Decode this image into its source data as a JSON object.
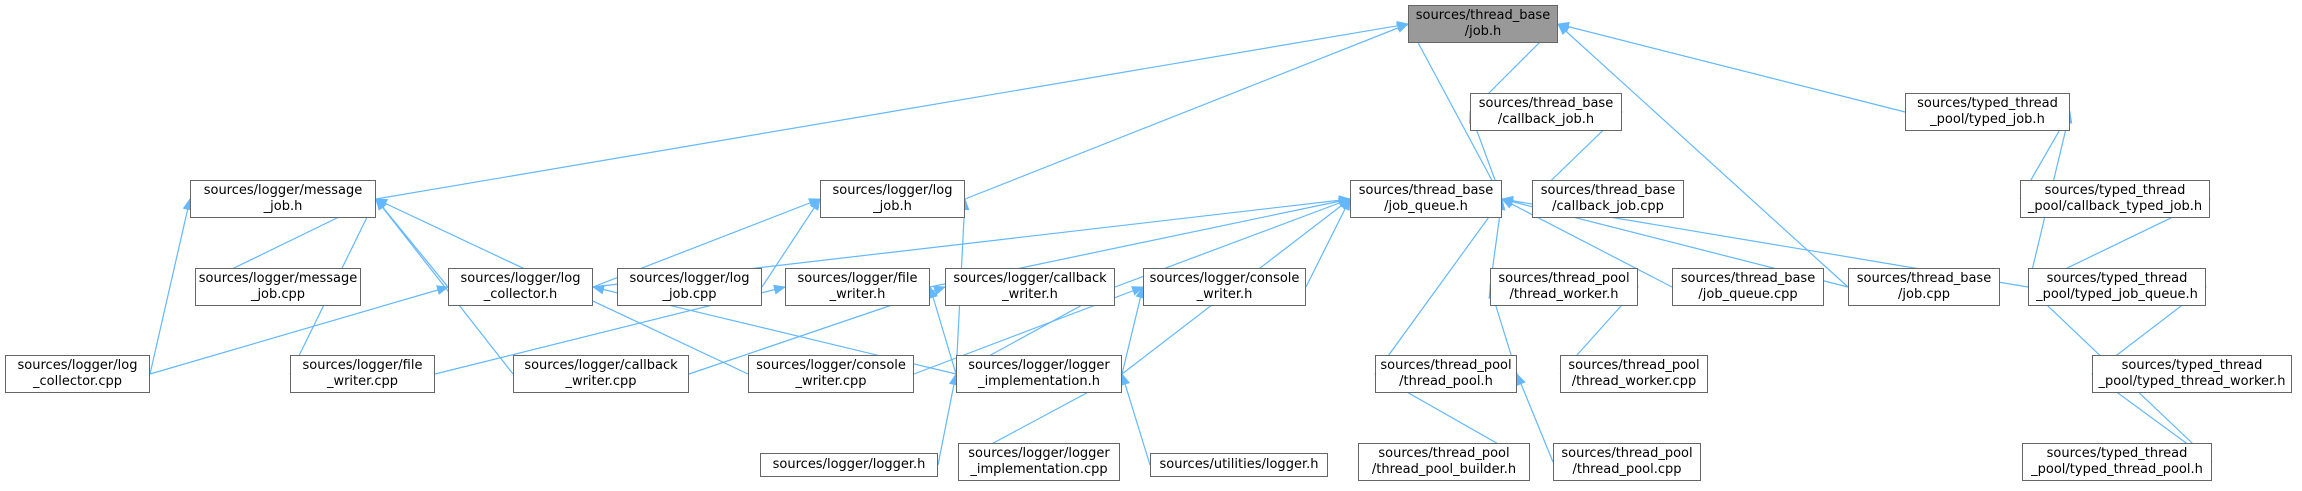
{
  "graph": {
    "colors": {
      "edge": "#63b8ff",
      "border": "#666666",
      "root_fill": "#999999",
      "fill": "#ffffff"
    },
    "nodes": [
      {
        "id": "job_h",
        "lines": [
          "sources/thread_base",
          "/job.h"
        ],
        "root": true
      },
      {
        "id": "message_job_h",
        "lines": [
          "sources/logger/message",
          "_job.h"
        ]
      },
      {
        "id": "log_job_h",
        "lines": [
          "sources/logger/log",
          "_job.h"
        ]
      },
      {
        "id": "callback_job_h",
        "lines": [
          "sources/thread_base",
          "/callback_job.h"
        ]
      },
      {
        "id": "typed_job_h",
        "lines": [
          "sources/typed_thread",
          "_pool/typed_job.h"
        ]
      },
      {
        "id": "job_queue_h",
        "lines": [
          "sources/thread_base",
          "/job_queue.h"
        ]
      },
      {
        "id": "callback_job_cpp",
        "lines": [
          "sources/thread_base",
          "/callback_job.cpp"
        ]
      },
      {
        "id": "callback_typed_job_h",
        "lines": [
          "sources/typed_thread",
          "_pool/callback_typed_job.h"
        ]
      },
      {
        "id": "message_job_cpp",
        "lines": [
          "sources/logger/message",
          "_job.cpp"
        ]
      },
      {
        "id": "log_collector_h",
        "lines": [
          "sources/logger/log",
          "_collector.h"
        ]
      },
      {
        "id": "log_job_cpp",
        "lines": [
          "sources/logger/log",
          "_job.cpp"
        ]
      },
      {
        "id": "file_writer_h",
        "lines": [
          "sources/logger/file",
          "_writer.h"
        ]
      },
      {
        "id": "callback_writer_h",
        "lines": [
          "sources/logger/callback",
          "_writer.h"
        ]
      },
      {
        "id": "console_writer_h",
        "lines": [
          "sources/logger/console",
          "_writer.h"
        ]
      },
      {
        "id": "thread_worker_h",
        "lines": [
          "sources/thread_pool",
          "/thread_worker.h"
        ]
      },
      {
        "id": "job_queue_cpp",
        "lines": [
          "sources/thread_base",
          "/job_queue.cpp"
        ]
      },
      {
        "id": "job_cpp",
        "lines": [
          "sources/thread_base",
          "/job.cpp"
        ]
      },
      {
        "id": "typed_job_queue_h",
        "lines": [
          "sources/typed_thread",
          "_pool/typed_job_queue.h"
        ]
      },
      {
        "id": "log_collector_cpp",
        "lines": [
          "sources/logger/log",
          "_collector.cpp"
        ]
      },
      {
        "id": "file_writer_cpp",
        "lines": [
          "sources/logger/file",
          "_writer.cpp"
        ]
      },
      {
        "id": "callback_writer_cpp",
        "lines": [
          "sources/logger/callback",
          "_writer.cpp"
        ]
      },
      {
        "id": "console_writer_cpp",
        "lines": [
          "sources/logger/console",
          "_writer.cpp"
        ]
      },
      {
        "id": "logger_implementation_h",
        "lines": [
          "sources/logger/logger",
          "_implementation.h"
        ]
      },
      {
        "id": "thread_pool_h",
        "lines": [
          "sources/thread_pool",
          "/thread_pool.h"
        ]
      },
      {
        "id": "thread_worker_cpp",
        "lines": [
          "sources/thread_pool",
          "/thread_worker.cpp"
        ]
      },
      {
        "id": "typed_thread_worker_h",
        "lines": [
          "sources/typed_thread",
          "_pool/typed_thread_worker.h"
        ]
      },
      {
        "id": "logger_h",
        "lines": [
          "sources/logger/logger.h"
        ]
      },
      {
        "id": "logger_implementation_cpp",
        "lines": [
          "sources/logger/logger",
          "_implementation.cpp"
        ]
      },
      {
        "id": "utilities_logger_h",
        "lines": [
          "sources/utilities/logger.h"
        ]
      },
      {
        "id": "thread_pool_builder_h",
        "lines": [
          "sources/thread_pool",
          "/thread_pool_builder.h"
        ]
      },
      {
        "id": "thread_pool_cpp",
        "lines": [
          "sources/thread_pool",
          "/thread_pool.cpp"
        ]
      },
      {
        "id": "typed_thread_pool_h",
        "lines": [
          "sources/typed_thread",
          "_pool/typed_thread_pool.h"
        ]
      }
    ],
    "edges": [
      [
        "message_job_h",
        "job_h"
      ],
      [
        "log_job_h",
        "job_h"
      ],
      [
        "callback_job_h",
        "job_h"
      ],
      [
        "job_queue_h",
        "job_h"
      ],
      [
        "job_cpp",
        "job_h"
      ],
      [
        "typed_job_h",
        "job_h"
      ],
      [
        "job_queue_h",
        "callback_job_h"
      ],
      [
        "callback_job_cpp",
        "callback_job_h"
      ],
      [
        "typed_job_queue_h",
        "typed_job_h"
      ],
      [
        "callback_typed_job_h",
        "typed_job_h"
      ],
      [
        "typed_job_queue_h",
        "callback_typed_job_h"
      ],
      [
        "message_job_cpp",
        "message_job_h"
      ],
      [
        "log_collector_h",
        "message_job_h"
      ],
      [
        "log_collector_cpp",
        "message_job_h"
      ],
      [
        "file_writer_cpp",
        "message_job_h"
      ],
      [
        "callback_writer_cpp",
        "message_job_h"
      ],
      [
        "console_writer_cpp",
        "message_job_h"
      ],
      [
        "log_collector_h",
        "log_job_h"
      ],
      [
        "log_job_cpp",
        "log_job_h"
      ],
      [
        "logger_implementation_h",
        "log_job_h"
      ],
      [
        "log_collector_h",
        "job_queue_h"
      ],
      [
        "file_writer_h",
        "job_queue_h"
      ],
      [
        "callback_writer_h",
        "job_queue_h"
      ],
      [
        "console_writer_h",
        "job_queue_h"
      ],
      [
        "thread_worker_h",
        "job_queue_h"
      ],
      [
        "job_queue_cpp",
        "job_queue_h"
      ],
      [
        "job_cpp",
        "job_queue_h"
      ],
      [
        "typed_job_queue_h",
        "job_queue_h"
      ],
      [
        "thread_pool_h",
        "job_queue_h"
      ],
      [
        "logger_implementation_h",
        "job_queue_h"
      ],
      [
        "log_collector_cpp",
        "log_collector_h"
      ],
      [
        "logger_implementation_h",
        "log_collector_h"
      ],
      [
        "file_writer_cpp",
        "file_writer_h"
      ],
      [
        "logger_implementation_h",
        "file_writer_h"
      ],
      [
        "callback_writer_cpp",
        "callback_writer_h"
      ],
      [
        "logger_implementation_h",
        "callback_writer_h"
      ],
      [
        "console_writer_cpp",
        "console_writer_h"
      ],
      [
        "logger_implementation_h",
        "console_writer_h"
      ],
      [
        "thread_pool_h",
        "thread_worker_h"
      ],
      [
        "thread_worker_cpp",
        "thread_worker_h"
      ],
      [
        "typed_thread_worker_h",
        "typed_job_queue_h"
      ],
      [
        "typed_thread_pool_h",
        "typed_job_queue_h"
      ],
      [
        "logger_h",
        "logger_implementation_h"
      ],
      [
        "logger_implementation_cpp",
        "logger_implementation_h"
      ],
      [
        "utilities_logger_h",
        "logger_implementation_h"
      ],
      [
        "thread_pool_builder_h",
        "thread_pool_h"
      ],
      [
        "thread_pool_cpp",
        "thread_pool_h"
      ],
      [
        "typed_thread_pool_h",
        "typed_thread_worker_h"
      ]
    ]
  }
}
